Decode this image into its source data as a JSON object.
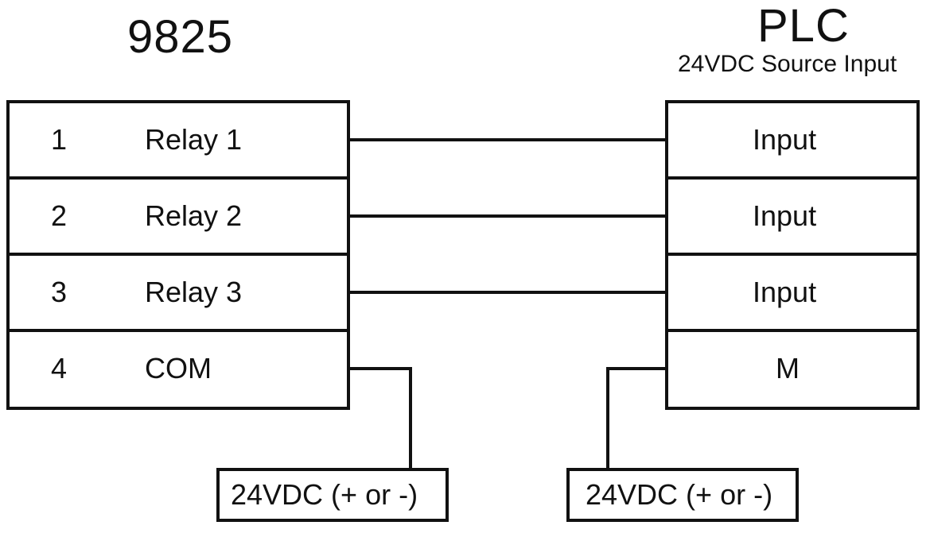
{
  "left_device": {
    "title": "9825",
    "rows": [
      {
        "pin": "1",
        "label": "Relay 1"
      },
      {
        "pin": "2",
        "label": "Relay 2"
      },
      {
        "pin": "3",
        "label": "Relay 3"
      },
      {
        "pin": "4",
        "label": "COM"
      }
    ]
  },
  "right_device": {
    "title": "PLC",
    "subtitle": "24VDC Source Input",
    "rows": [
      {
        "label": "Input"
      },
      {
        "label": "Input"
      },
      {
        "label": "Input"
      },
      {
        "label": "M"
      }
    ]
  },
  "supplies": [
    {
      "label": "24VDC (+ or -)"
    },
    {
      "label": "24VDC (+ or -)"
    }
  ]
}
